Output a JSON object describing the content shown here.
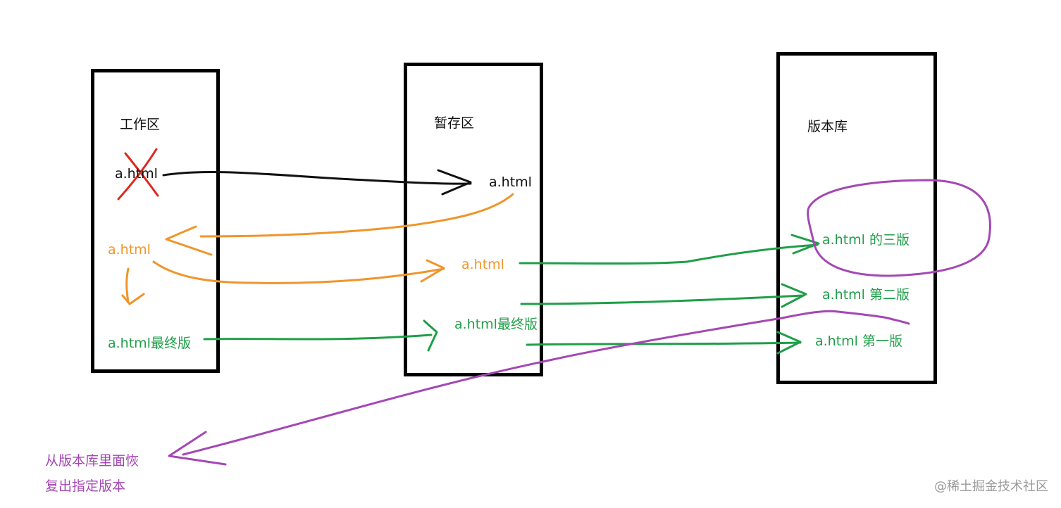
{
  "colors": {
    "black": "#111111",
    "orange": "#f0952b",
    "green": "#1f9e48",
    "purple": "#a447b4",
    "red": "#e0281f"
  },
  "workspace": {
    "title": "工作区",
    "file_crossed": "a.html",
    "file_modified": "a.html",
    "file_final": "a.html最终版"
  },
  "staging": {
    "title": "暂存区",
    "file_1": "a.html",
    "file_2": "a.html",
    "file_final": "a.html最终版"
  },
  "repository": {
    "title": "版本库",
    "v3": "a.html 的三版",
    "v2": "a.html 第二版",
    "v1": "a.html 第一版"
  },
  "note": {
    "line1": "从版本库里面恢",
    "line2": "复出指定版本"
  },
  "watermark": "@稀土掘金技术社区"
}
